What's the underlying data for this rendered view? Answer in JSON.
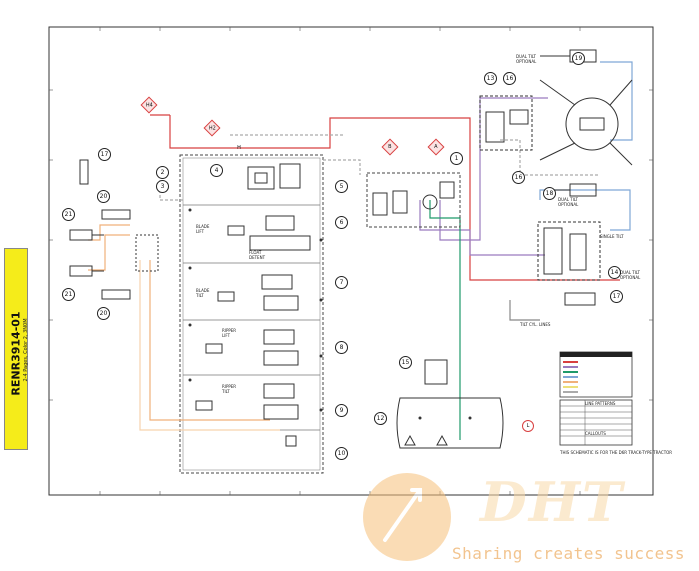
{
  "document": {
    "id": "RENR3914-01",
    "subtitle": "2-4 Pages, Color 2, 3N0M"
  },
  "components": {
    "c1": "1",
    "c2": "2",
    "c3": "3",
    "c4": "4",
    "c5": "5",
    "c6": "6",
    "c7": "7",
    "c8": "8",
    "c9": "9",
    "c10": "10",
    "c12": "12",
    "c13": "13",
    "c14": "14",
    "c15": "15",
    "c16": "16",
    "c17": "17",
    "c18": "18",
    "c19": "19",
    "c20": "20",
    "c21": "21"
  },
  "labels": {
    "blade_lift": "BLADE\nLIFT",
    "float_detent": "FLOAT\nDETENT",
    "blade_tilt": "BLADE\nTILT",
    "ripper_lift": "RIPPER\nLIFT",
    "ripper_tilt": "RIPPER\nTILT",
    "dual_tilt_top": "DUAL TILT\nOPTIONAL",
    "dual_tilt_mid": "DUAL TILT\nOPTIONAL",
    "single_tilt": "SINGLE TILT",
    "dual_tilt_right": "DUAL TILT\nOPTIONAL",
    "tilt_cyl_lines": "TILT CYL. LINES",
    "title_block": "THIS SCHEMATIC IS FOR THE D6R TRACK-TYPE TRACTOR",
    "legend_title": "LINE PATTERNS",
    "callouts_title": "CALLOUTS"
  },
  "markers": {
    "m_h4": "H4",
    "m_h2": "H2",
    "m_b": "B",
    "m_a": "A",
    "m_l": "L",
    "m_h": "H"
  },
  "watermark": {
    "brand": "DHT",
    "slogan": "Sharing creates success"
  },
  "colors": {
    "red": "#d84040",
    "purple": "#9a7bbf",
    "green": "#1f9a6a",
    "blue": "#7fa7d6",
    "orange": "#f0b07a",
    "gray": "#9a9a9a",
    "yellow_tab": "#f5ec1a",
    "watermark": "#f6c07a"
  }
}
